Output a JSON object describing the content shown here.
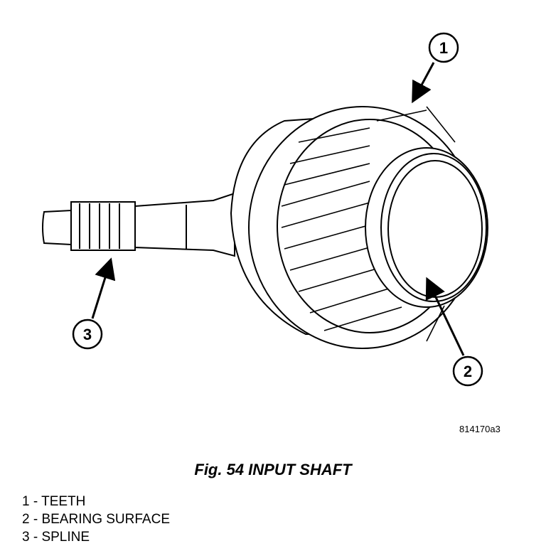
{
  "figure": {
    "id": "814170a3",
    "caption": "Fig. 54 INPUT SHAFT"
  },
  "callouts": [
    "1",
    "2",
    "3"
  ],
  "legend": [
    "1 - TEETH",
    "2 - BEARING SURFACE",
    "3 - SPLINE"
  ]
}
